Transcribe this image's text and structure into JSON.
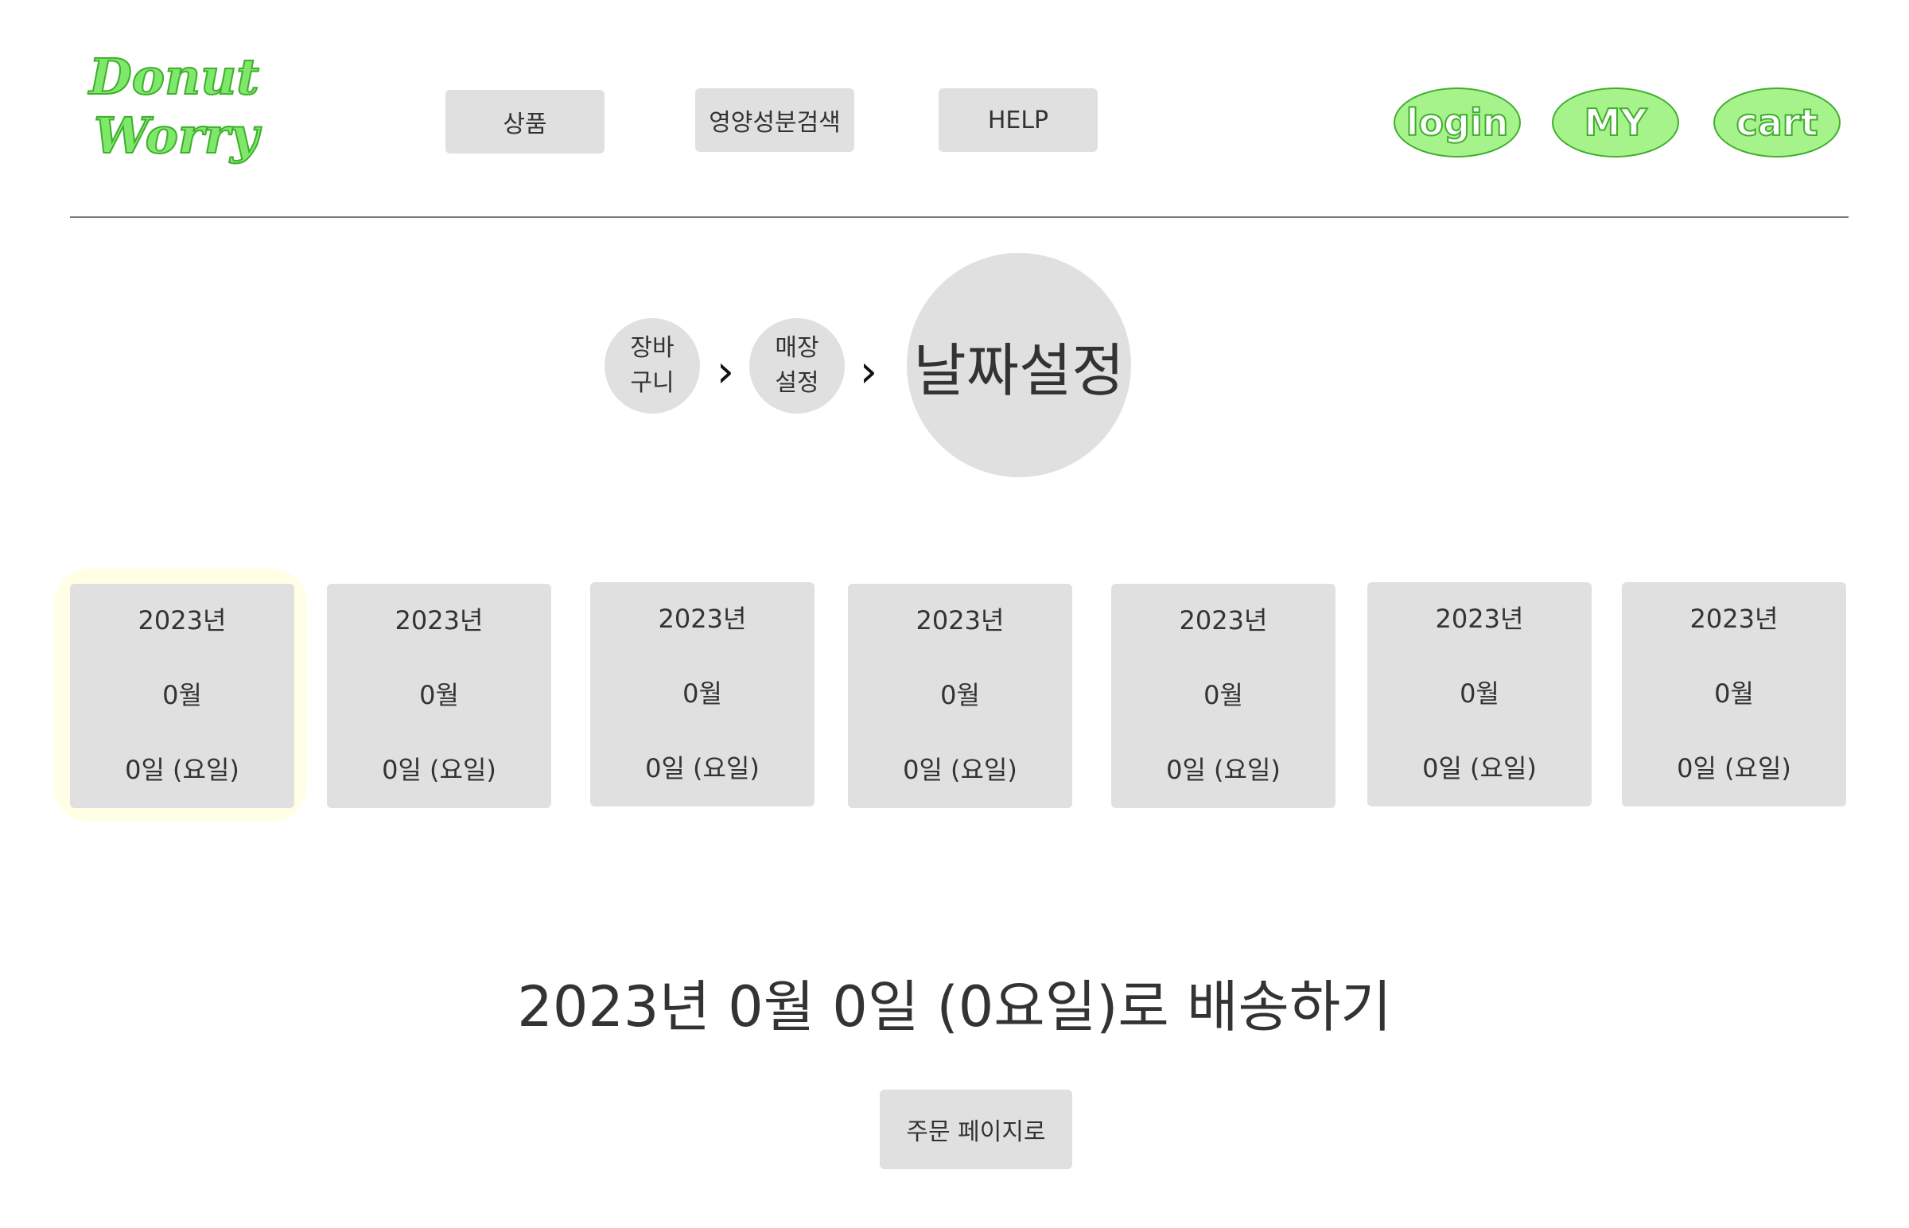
{
  "header": {
    "logo_line1": "Donut",
    "logo_line2": "Worry",
    "nav": [
      "상품",
      "영양성분검색",
      "HELP"
    ],
    "actions": [
      "login",
      "MY",
      "cart"
    ]
  },
  "stepper": {
    "step1_line1": "장바",
    "step1_line2": "구니",
    "step2_line1": "매장",
    "step2_line2": "설정",
    "step3": "날짜설정",
    "separator": "›"
  },
  "dates": [
    {
      "year": "2023년",
      "month": "0월",
      "day": "0일 (요일)"
    },
    {
      "year": "2023년",
      "month": "0월",
      "day": "0일 (요일)"
    },
    {
      "year": "2023년",
      "month": "0월",
      "day": "0일 (요일)"
    },
    {
      "year": "2023년",
      "month": "0월",
      "day": "0일 (요일)"
    },
    {
      "year": "2023년",
      "month": "0월",
      "day": "0일 (요일)"
    },
    {
      "year": "2023년",
      "month": "0월",
      "day": "0일 (요일)"
    },
    {
      "year": "2023년",
      "month": "0월",
      "day": "0일 (요일)"
    }
  ],
  "summary": "2023년 0월 0일 (0요일)로 배송하기",
  "order_button": "주문 페이지로",
  "colors": {
    "accent_green": "#a6f38c",
    "accent_green_border": "#3fae2c",
    "selected_glow": "#ffffe6",
    "card_gray": "#e0e0e0"
  }
}
